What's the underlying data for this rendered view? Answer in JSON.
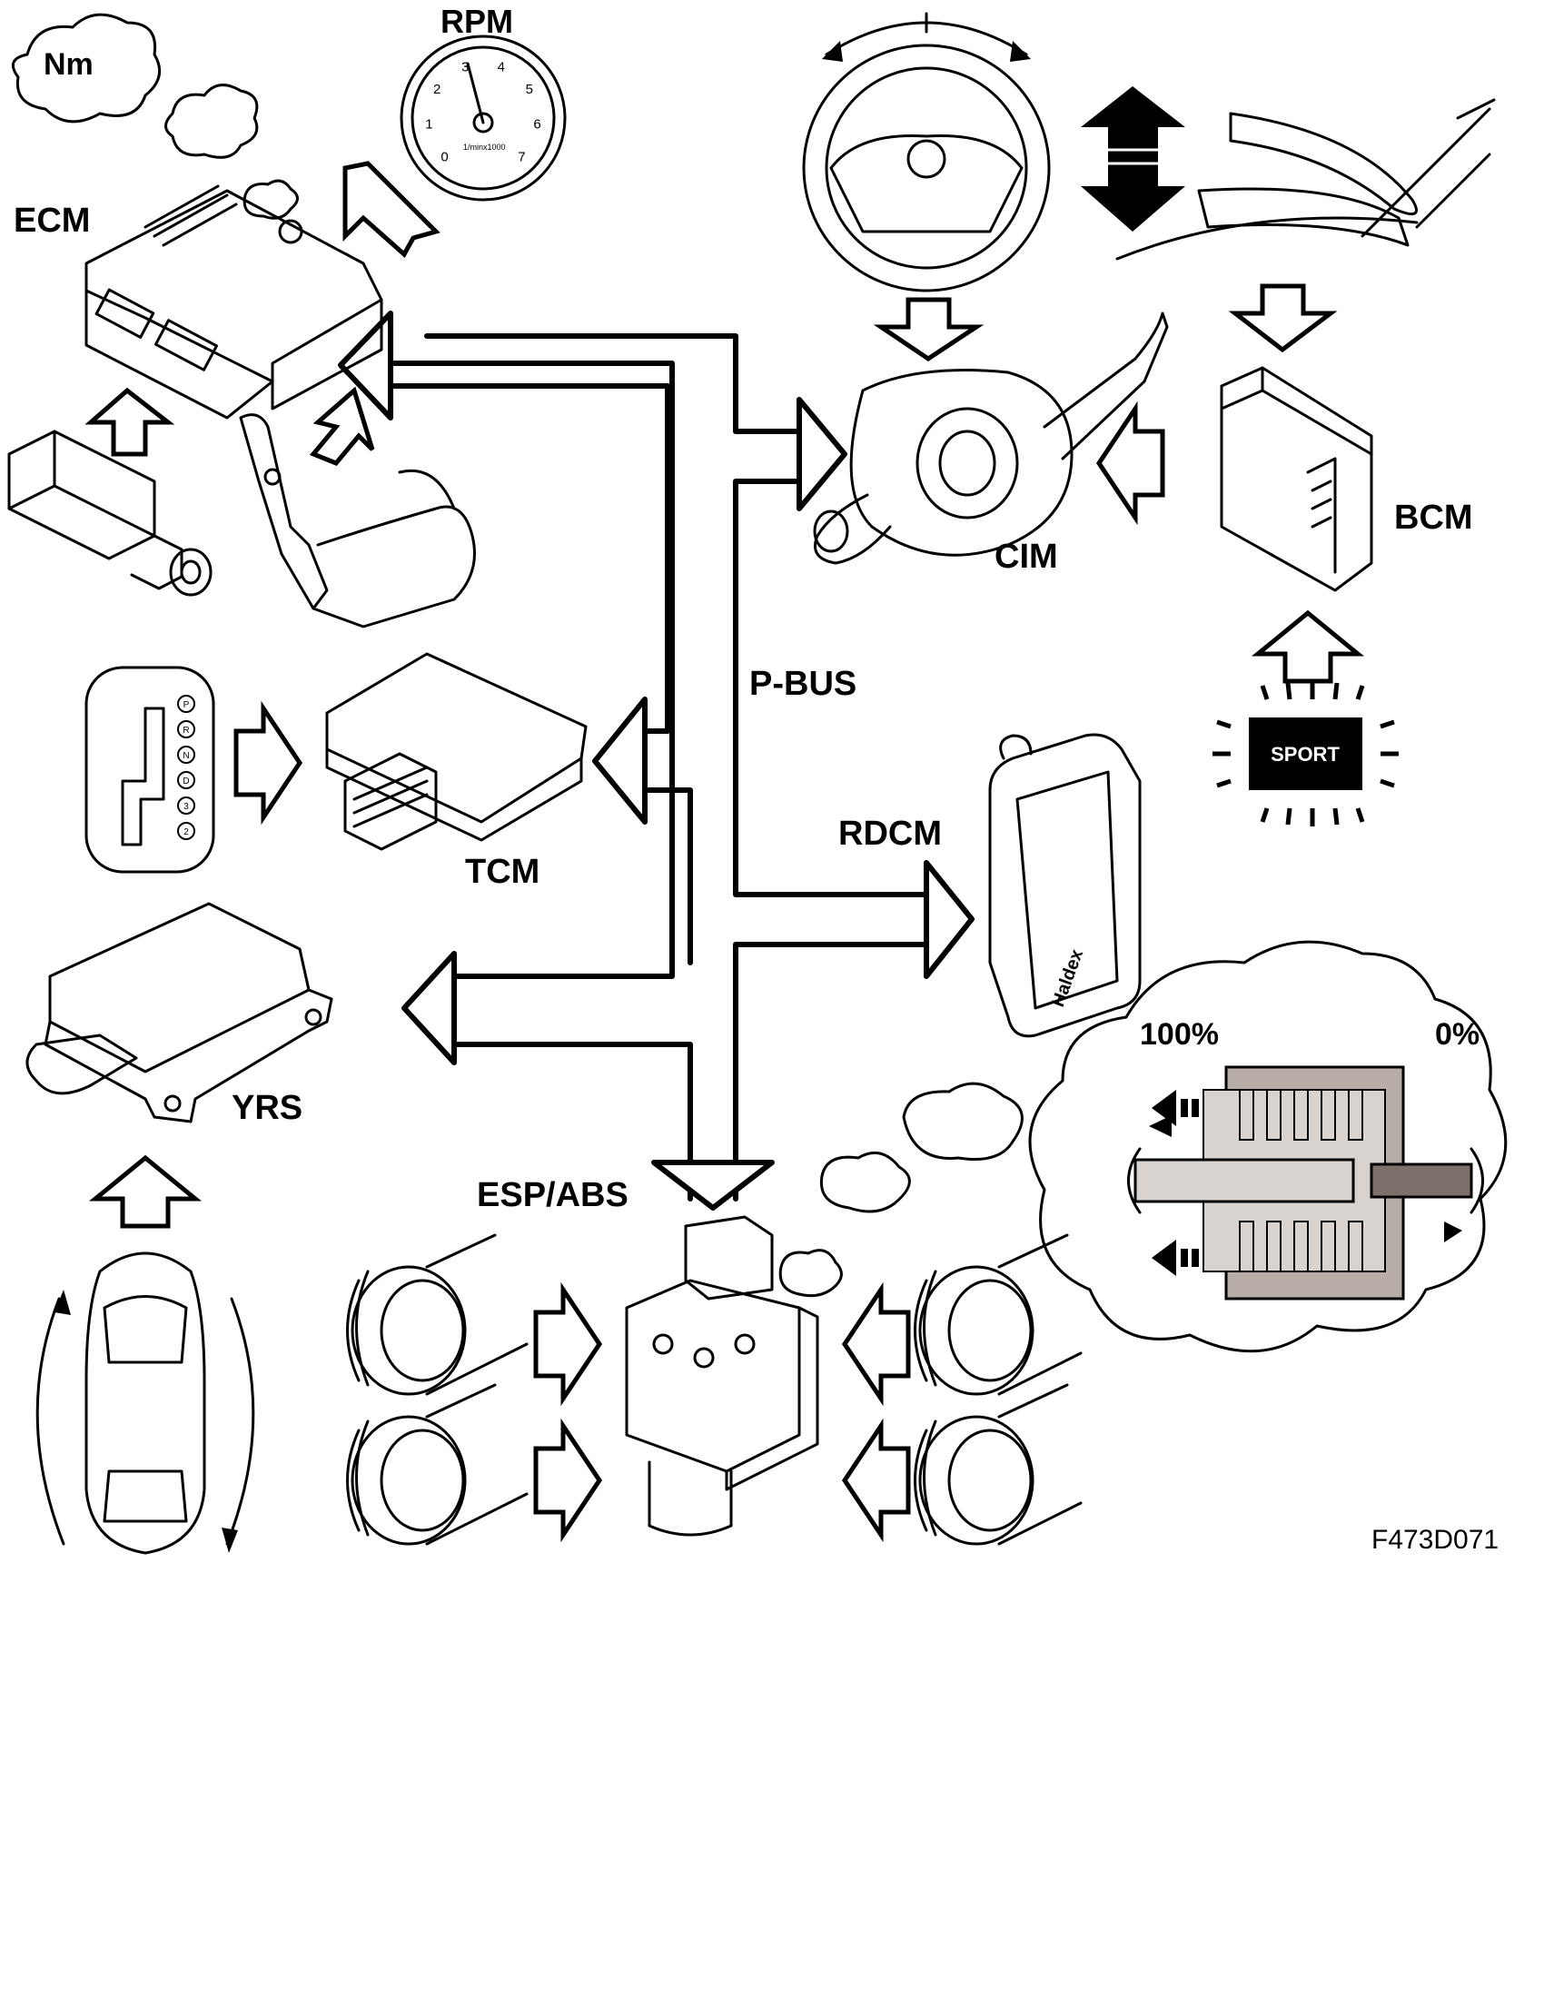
{
  "labels": {
    "ecm": "ECM",
    "rpm": "RPM",
    "nm": "Nm",
    "tcm": "TCM",
    "yrs": "YRS",
    "esp_abs": "ESP/ABS",
    "cim": "CIM",
    "bcm": "BCM",
    "p_bus": "P-BUS",
    "rdcm": "RDCM",
    "sport": "SPORT",
    "percent_100": "100%",
    "percent_0": "0%",
    "haldex": "Haldex",
    "gauge_unit": "1/minx1000",
    "figure_id": "F473D071"
  },
  "gauge_ticks": [
    "0",
    "1",
    "2",
    "3",
    "4",
    "5",
    "6",
    "7"
  ],
  "shifter_positions": [
    "P",
    "R",
    "N",
    "D",
    "3",
    "2"
  ]
}
